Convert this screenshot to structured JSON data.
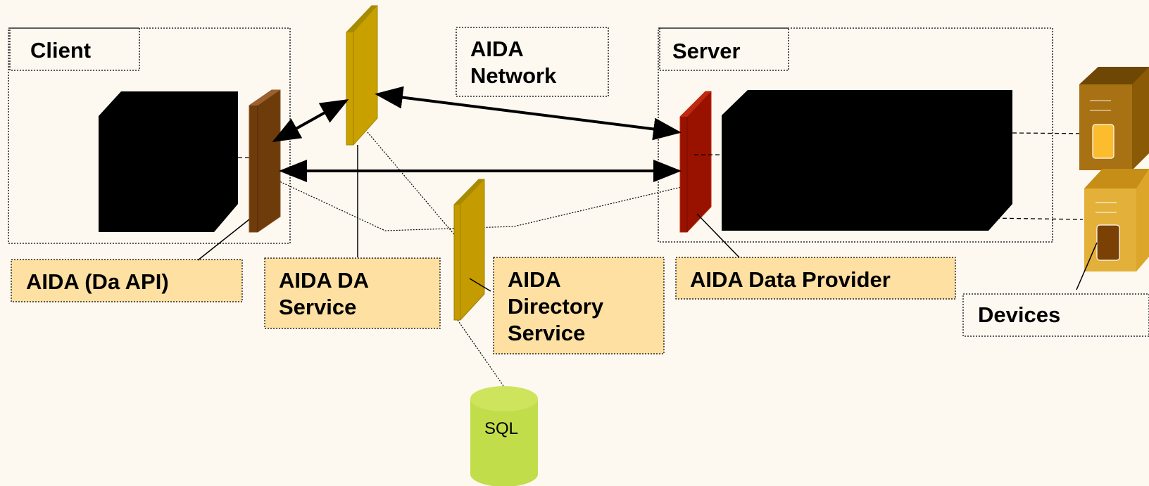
{
  "labels": {
    "client": "Client",
    "network_line1": "AIDA",
    "network_line2": "Network",
    "server": "Server",
    "aida_da_api": "AIDA (Da API)",
    "da_service_line1": "AIDA DA",
    "da_service_line2": "Service",
    "dir_service_line1": "AIDA",
    "dir_service_line2": "Directory",
    "dir_service_line3": "Service",
    "data_provider": "AIDA Data Provider",
    "devices": "Devices",
    "sql": "SQL"
  },
  "colors": {
    "background": "#fdf8f0",
    "callout_fill": "#fde0a2",
    "client_api_panel": "#6e3b0b",
    "da_service_panel": "#c8a000",
    "directory_panel": "#c49b00",
    "data_provider_panel": "#991200",
    "database": "#c2dd4a",
    "device_top": "#8a5a06",
    "device_bottom": "#dba62a"
  }
}
